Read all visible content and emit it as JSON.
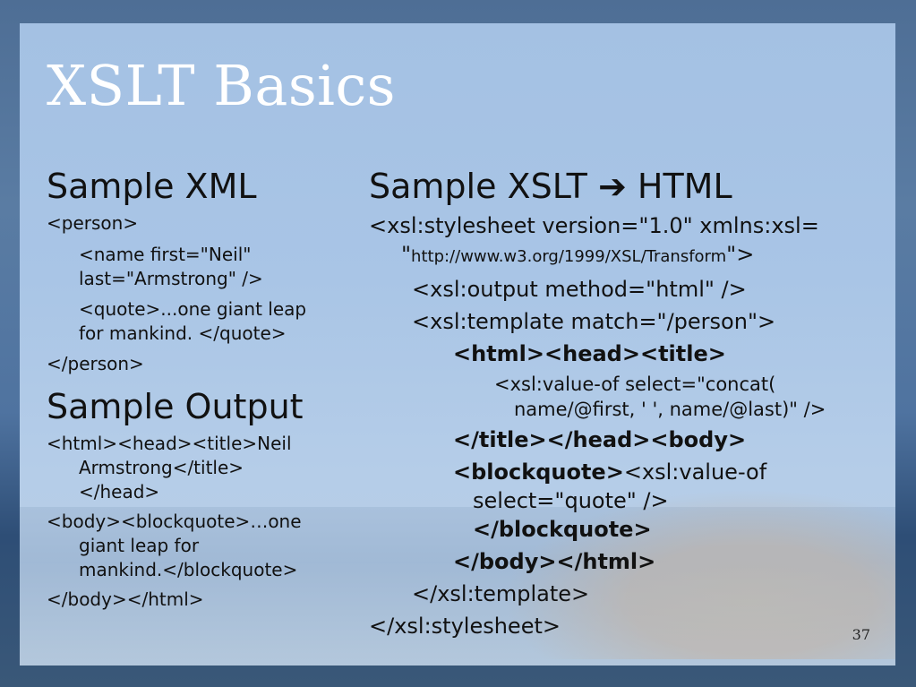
{
  "slide": {
    "title": "XSLT Basics",
    "page_number": "37"
  },
  "left": {
    "xml_heading": "Sample XML",
    "xml_lines": [
      "<person>",
      "<name first=\"Neil\"",
      "last=\"Armstrong\" />",
      "<quote>...one giant leap",
      "for mankind. </quote>",
      "</person>"
    ],
    "output_heading": "Sample Output",
    "output_lines": [
      "<html><head><title>Neil",
      "Armstrong</title>",
      "</head>",
      "<body><blockquote>…one",
      "giant leap for",
      "mankind.</blockquote>",
      "</body></html>"
    ]
  },
  "right": {
    "heading_pre": "Sample XSLT ",
    "heading_arrow": "➔",
    "heading_post": " HTML",
    "line1": "<xsl:stylesheet version=\"1.0\" xmlns:xsl=",
    "line2_open": "\"",
    "line2_url": "http://www.w3.org/1999/XSL/Transform",
    "line2_close": "\">",
    "line3": "<xsl:output method=\"html\" />",
    "line4": "<xsl:template match=\"/person\">",
    "line5": "<html><head><title>",
    "line6": "<xsl:value-of select=\"concat(",
    "line7": "name/@first, ' ', name/@last)\" />",
    "line8": "</title></head><body>",
    "line9_bold": "<blockquote>",
    "line9_rest": "<xsl:value-of",
    "line10": "select=\"quote\" />",
    "line11": "</blockquote>",
    "line12": "</body></html>",
    "line13": "</xsl:template>",
    "line14": "</xsl:stylesheet>"
  }
}
